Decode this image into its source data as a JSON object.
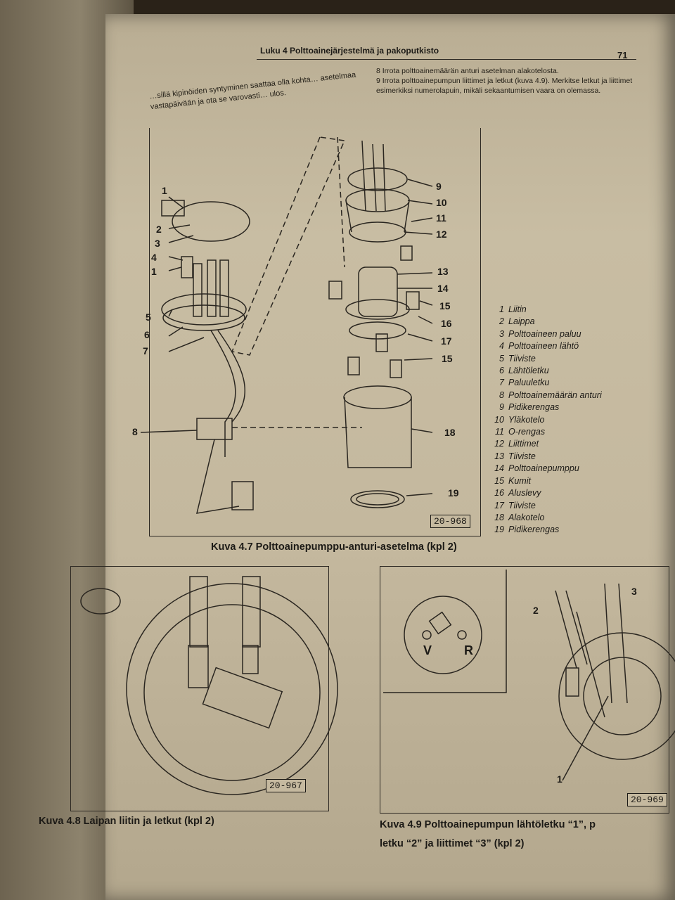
{
  "header": {
    "running_title": "Luku 4  Polttoainejärjestelmä ja pakoputkisto",
    "page_number": "71"
  },
  "text_left": "…sillä kipinöiden syntyminen saattaa olla kohta… asetelmaa vastapäivään ja ota se varovasti… ulos.",
  "text_right": {
    "step8": "8   Irrota polttoainemäärän anturi asetelman alakotelosta.",
    "step9": "9   Irrota polttoainepumpun liittimet ja letkut (kuva 4.9). Merkitse letkut ja liittimet esimerkiksi numerolapuin, mikäli sekaantumisen vaara on olemassa."
  },
  "figure_4_7": {
    "caption": "Kuva 4.7  Polttoainepumppu-anturi-asetelma (kpl 2)",
    "code": "20-968",
    "callouts_left": [
      "1",
      "2",
      "3",
      "4",
      "1",
      "5",
      "6",
      "7",
      "8"
    ],
    "callouts_right": [
      "9",
      "10",
      "11",
      "12",
      "13",
      "14",
      "15",
      "16",
      "17",
      "15",
      "18",
      "19"
    ],
    "legend": [
      {
        "num": "1",
        "label": "Liitin"
      },
      {
        "num": "2",
        "label": "Laippa"
      },
      {
        "num": "3",
        "label": "Polttoaineen paluu"
      },
      {
        "num": "4",
        "label": "Polttoaineen lähtö"
      },
      {
        "num": "5",
        "label": "Tiiviste"
      },
      {
        "num": "6",
        "label": "Lähtöletku"
      },
      {
        "num": "7",
        "label": "Paluuletku"
      },
      {
        "num": "8",
        "label": "Polttoainemäärän anturi"
      },
      {
        "num": "9",
        "label": "Pidikerengas"
      },
      {
        "num": "10",
        "label": "Yläkotelo"
      },
      {
        "num": "11",
        "label": "O-rengas"
      },
      {
        "num": "12",
        "label": "Liittimet"
      },
      {
        "num": "13",
        "label": "Tiiviste"
      },
      {
        "num": "14",
        "label": "Polttoainepumppu"
      },
      {
        "num": "15",
        "label": "Kumit"
      },
      {
        "num": "16",
        "label": "Aluslevy"
      },
      {
        "num": "17",
        "label": "Tiiviste"
      },
      {
        "num": "18",
        "label": "Alakotelo"
      },
      {
        "num": "19",
        "label": "Pidikerengas"
      }
    ]
  },
  "figure_4_8": {
    "caption": "Kuva 4.8  Laipan liitin ja letkut (kpl 2)",
    "code": "20-967"
  },
  "figure_4_9": {
    "caption_line1": "Kuva 4.9  Polttoainepumpun lähtöletku “1”, p",
    "caption_line2": "letku “2” ja liittimet “3” (kpl 2)",
    "code": "20-969",
    "labels": [
      "2",
      "3",
      "1"
    ],
    "connector_labels": [
      "V",
      "R"
    ]
  }
}
